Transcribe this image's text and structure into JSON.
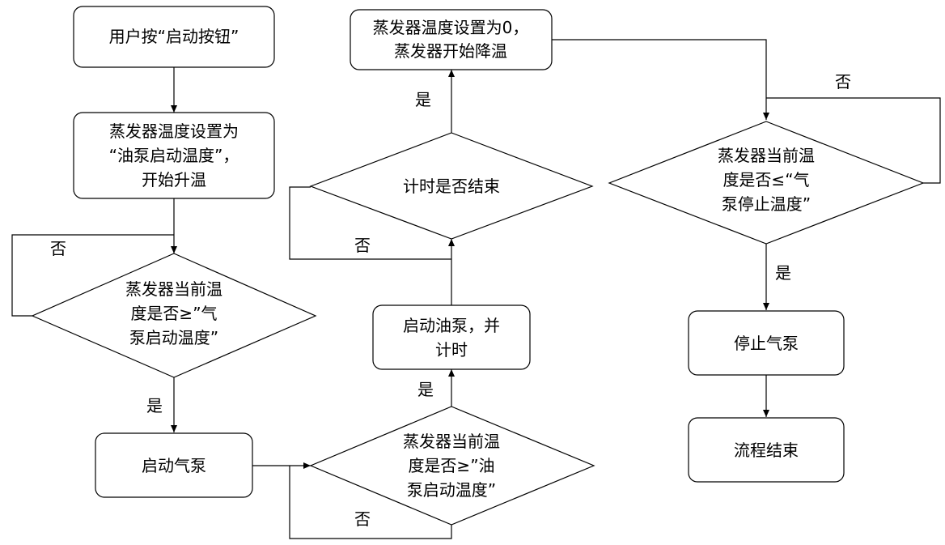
{
  "nodes": {
    "press_start": {
      "lines": [
        "用户按“启动按钮”"
      ]
    },
    "set_evap_oil": {
      "lines": [
        "蒸发器温度设置为",
        "“油泵启动温度”，",
        "开始升温"
      ]
    },
    "check_gas_start": {
      "lines": [
        "蒸发器当前温",
        "度是否≥”气",
        "泵启动温度”"
      ]
    },
    "start_gas_pump": {
      "lines": [
        "启动气泵"
      ]
    },
    "check_oil_start": {
      "lines": [
        "蒸发器当前温",
        "度是否≥”油",
        "泵启动温度”"
      ]
    },
    "start_oil_pump": {
      "lines": [
        "启动油泵，并",
        "计时"
      ]
    },
    "timer_end": {
      "lines": [
        "计时是否结束"
      ]
    },
    "set_evap_zero": {
      "lines": [
        "蒸发器温度设置为0，",
        "蒸发器开始降温"
      ]
    },
    "check_gas_stop": {
      "lines": [
        "蒸发器当前温",
        "度是否≤“气",
        "泵停止温度”"
      ]
    },
    "stop_gas_pump": {
      "lines": [
        "停止气泵"
      ]
    },
    "process_end": {
      "lines": [
        "流程结束"
      ]
    }
  },
  "edge_labels": {
    "no": "否",
    "yes": "是"
  }
}
